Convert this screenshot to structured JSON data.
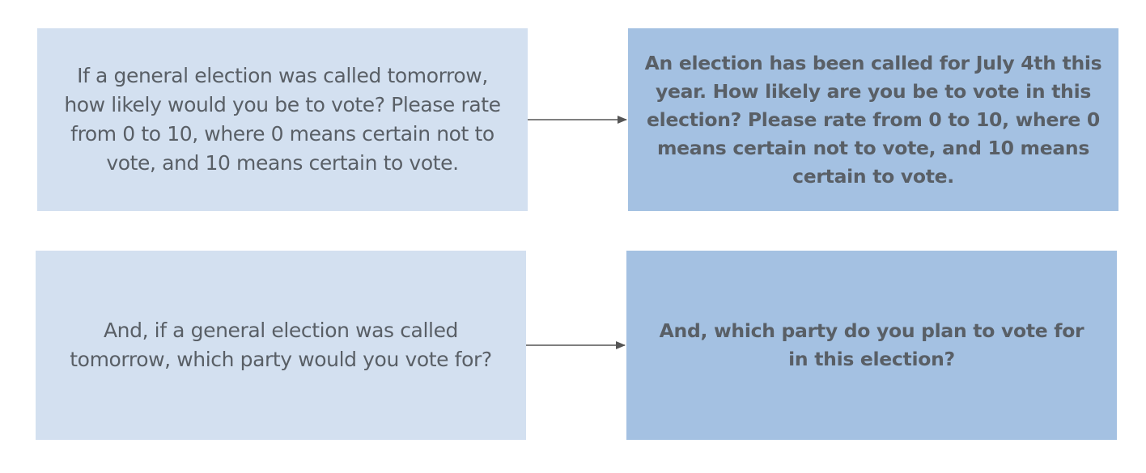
{
  "rows": [
    {
      "old_question": "If a general election was called tomorrow, how likely would you be to vote? Please rate from 0 to 10, where 0 means certain not to vote, and 10 means certain to vote.",
      "new_question": "An election has been called for July 4th this year. How likely are you be to vote in this election? Please rate from 0 to 10, where 0 means certain not to vote, and 10 means certain to vote."
    },
    {
      "old_question": "And, if a general election was called tomorrow, which party would you vote for?",
      "new_question": "And, which party do you plan to vote for in this election?"
    }
  ],
  "colors": {
    "old_box_fill": "#d3e0f0",
    "new_box_fill": "#a4c1e2",
    "text": "#595f66",
    "arrow": "#555555"
  }
}
